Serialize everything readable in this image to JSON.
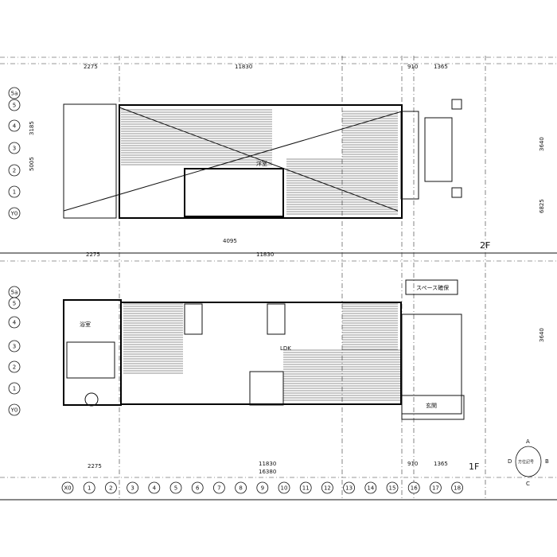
{
  "drawing": {
    "floors": [
      {
        "label": "2F",
        "room_label": "洋室"
      },
      {
        "label": "1F",
        "room_label": "LDK"
      }
    ],
    "dimensions_top": [
      "2275",
      "11830",
      "910",
      "1365"
    ],
    "dimensions_2f_bottom": [
      "4095"
    ],
    "dimensions_1f_bottom": [
      "2275",
      "11830",
      "16380",
      "910",
      "1365"
    ],
    "dimensions_side": [
      "3640",
      "5005",
      "3185",
      "6825"
    ],
    "grid_x_labels": [
      "X0",
      "1",
      "2",
      "3",
      "4",
      "5",
      "6",
      "7",
      "8",
      "9",
      "10",
      "11",
      "12",
      "13",
      "14",
      "15",
      "16",
      "17",
      "18"
    ],
    "grid_y_labels_2f": [
      "5a",
      "5",
      "4",
      "3",
      "2",
      "1",
      "Y0"
    ],
    "grid_y_labels_1f": [
      "5a",
      "5",
      "4",
      "3",
      "2",
      "1",
      "Y0"
    ],
    "room_tags_1f": [
      "スペース確保",
      "玄関",
      "浴室"
    ],
    "compass": {
      "label": "方位記号",
      "n": "A",
      "s": "C",
      "w": "D",
      "e": "B"
    }
  }
}
